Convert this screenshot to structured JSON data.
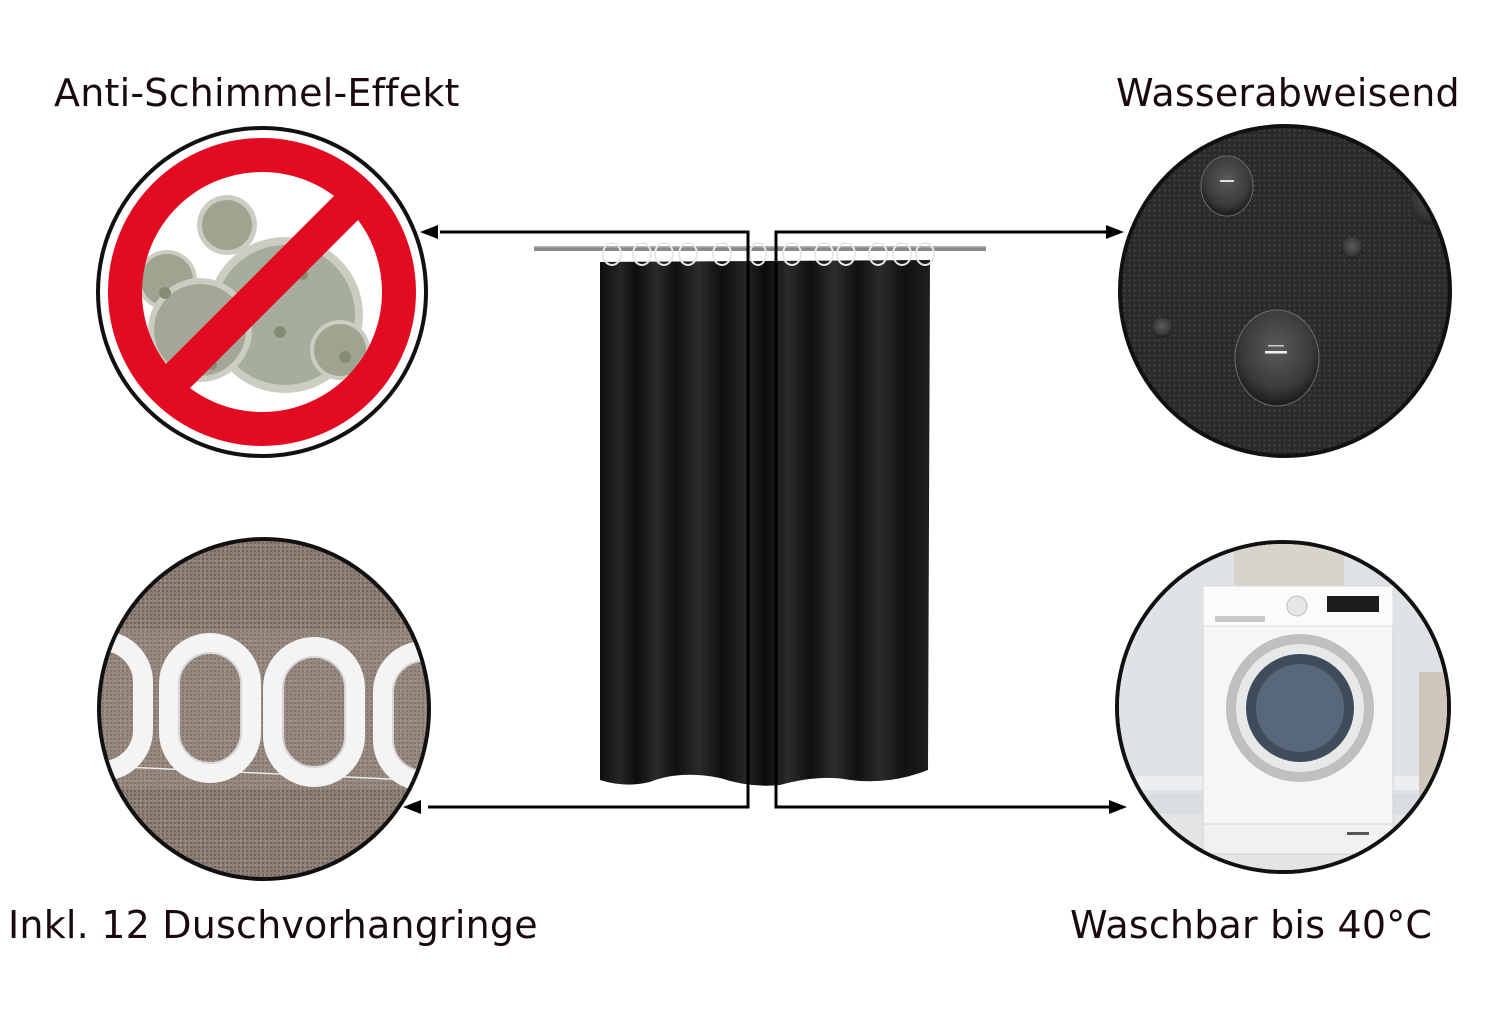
{
  "features": {
    "top_left": {
      "label": "Anti-Schimmel-Effekt",
      "icon": "no-mold-icon"
    },
    "top_right": {
      "label": "Wasserabweisend",
      "icon": "water-droplets-fabric-image"
    },
    "bottom_left": {
      "label": "Inkl. 12 Duschvorhangringe",
      "icon": "shower-curtain-rings-image"
    },
    "bottom_right": {
      "label": "Waschbar bis 40°C",
      "icon": "washing-machine-image"
    }
  },
  "product": {
    "name": "shower-curtain-black",
    "color": "#141414",
    "rings_count": 12
  },
  "colors": {
    "text": "#1a0a0e",
    "prohibition_red": "#e30b22",
    "mold_green": "#a2a895",
    "fabric_dark": "#2a2a2a",
    "ring_background": "#8f8178",
    "arrow": "#000000"
  }
}
